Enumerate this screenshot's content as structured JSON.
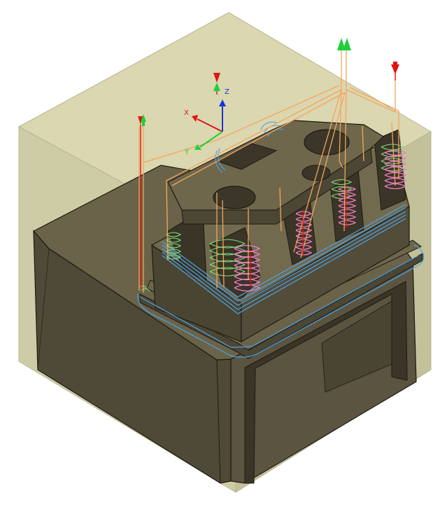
{
  "viewport": {
    "background": "#ffffff",
    "stock_color": "#d6d3a8",
    "part_color": "#5a5440",
    "part_edge": "#1e1a12",
    "colors": {
      "toolpath_orange": "#f5a65b",
      "toolpath_blue": "#4aa3e8",
      "toolpath_green": "#7fe07a",
      "toolpath_pink": "#ee7bc0",
      "plunge_red": "#e01515",
      "retract_green": "#1fcf3a",
      "axis_x": "#e01515",
      "axis_y": "#1fcf3a",
      "axis_z": "#1a35d6"
    }
  },
  "triad": {
    "x_label": "X",
    "y_label": "Y",
    "z_label": "Z"
  },
  "icons": [
    "stock-box-icon",
    "triad-icon",
    "tool-start-arrow-icon",
    "tool-end-arrow-icon"
  ]
}
